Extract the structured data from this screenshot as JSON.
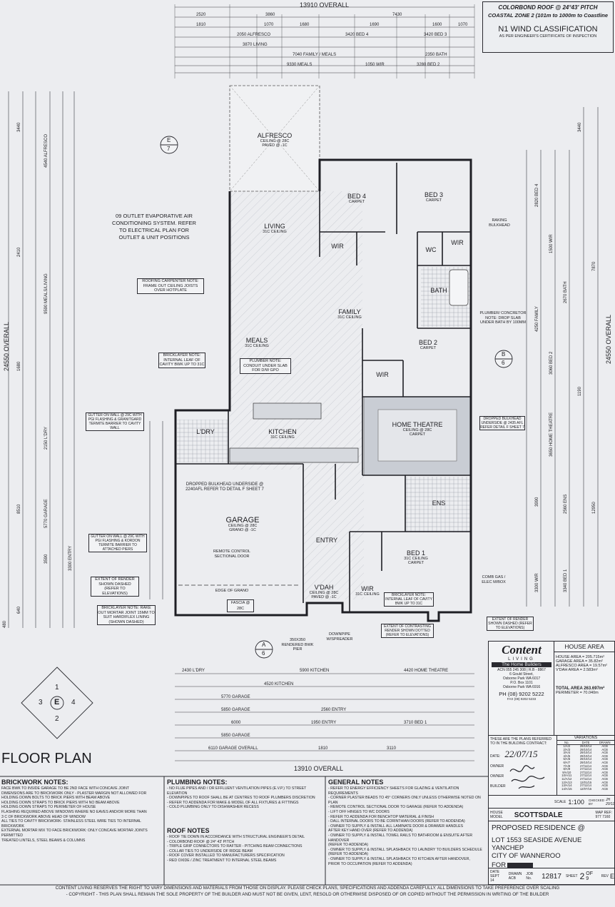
{
  "header_notes": {
    "roof": "COLORBOND ROOF @ 24°43' PITCH",
    "coastal": "COASTAL ZONE 2 (101m to 1000m to Coastline",
    "wind": "N1 WIND CLASSIFICATION",
    "wind_sub": "AS PER ENGINEER'S CERTIFICATE OF INSPECTION"
  },
  "overall": {
    "top": "13910 OVERALL",
    "bottom": "13910 OVERALL",
    "left": "24550 OVERALL",
    "right": "24550 OVERALL"
  },
  "rooms": [
    {
      "name": "ALFRESCO",
      "sub1": "CEILING @ 28c",
      "sub2": "PAVED @ -1c"
    },
    {
      "name": "LIVING",
      "sub1": "31c CEILING",
      "sub2": ""
    },
    {
      "name": "BED 4",
      "sub1": "CARPET",
      "sub2": ""
    },
    {
      "name": "BED 3",
      "sub1": "CARPET",
      "sub2": ""
    },
    {
      "name": "WIR",
      "sub1": "",
      "sub2": ""
    },
    {
      "name": "WIR",
      "sub1": "",
      "sub2": ""
    },
    {
      "name": "WC",
      "sub1": "",
      "sub2": ""
    },
    {
      "name": "BATH",
      "sub1": "",
      "sub2": ""
    },
    {
      "name": "FAMILY",
      "sub1": "31c CEILING",
      "sub2": ""
    },
    {
      "name": "MEALS",
      "sub1": "31c CEILING",
      "sub2": ""
    },
    {
      "name": "BED 2",
      "sub1": "CARPET",
      "sub2": ""
    },
    {
      "name": "WIR",
      "sub1": "",
      "sub2": ""
    },
    {
      "name": "KITCHEN",
      "sub1": "31c CEILING",
      "sub2": ""
    },
    {
      "name": "L'DRY",
      "sub1": "",
      "sub2": ""
    },
    {
      "name": "HOME THEATRE",
      "sub1": "CEILING @ 28c",
      "sub2": "CARPET"
    },
    {
      "name": "GARAGE",
      "sub1": "CEILING @ 28c",
      "sub2": "GRANO @ -1c"
    },
    {
      "name": "ENTRY",
      "sub1": "",
      "sub2": ""
    },
    {
      "name": "ENS",
      "sub1": "",
      "sub2": ""
    },
    {
      "name": "BED 1",
      "sub1": "31c CEILING",
      "sub2": "CARPET"
    },
    {
      "name": "WIR",
      "sub1": "31c CEILING",
      "sub2": ""
    },
    {
      "name": "V'DAH",
      "sub1": "CEILING @ 28c",
      "sub2": "PAVED @ -1c"
    }
  ],
  "plan_notes": [
    "09 OUTLET EVAPORATIVE AIR CONDITIONING SYSTEM. REFER TO ELECTRICAL PLAN FOR OUTLET & UNIT POSITIONS",
    "ROOFING CARPENTER NOTE: FRAME OUT CEILING JOISTS OVER HOTPLATE",
    "BRICKLAYER NOTE: INTERNAL LEAF OF CAVITY BWK UP TO 31c",
    "PLUMBER NOTE: CONDUIT UNDER SLAB FOR D/W GPO",
    "GUTTER ON WALL @ 29c WITH PGI FLASHING & GRANITGARD TERMITE BARRIER TO CAVITY WALL",
    "DROPPED BULKHEAD UNDERSIDE @ 2240AFL REFER TO DETAIL F SHEET 7",
    "GUTTER ON WALL @ 29c WITH PGI FLASHING & KORDON TERMITE BARRIER TO ATTACHED PIERS",
    "EXTENT OF RENDER SHOWN DASHED (REFER TO ELEVATIONS)",
    "BRICKLAYER NOTE: RAKE OUT MORTAR JOINT 15mm TO SUIT HARDIFLEX LINING (SHOWN DASHED)",
    "RAKING BULKHEAD",
    "PLUMBER/ CONCRETOR NOTE: DROP SLAB UNDER BATH BY 100mm",
    "DROPPED BULKHEAD UNDERSIDE @ 2435 AFL REFER DETAIL F SHEET 7",
    "COMB GAS / ELEC M/BOX",
    "EXTENT OF RENDER SHOWN DASHED (REFER TO ELEVATIONS)",
    "BRICKLAYER NOTE: INTERNAL LEAF OF CAVITY BWK UP TO 31c",
    "EXTENT OF CONTRASTING RENDER SHOWN DOTTED (REFER TO ELEVATIONS)",
    "REMOTE CONTROL SECTIONAL DOOR",
    "EDGE OF GRANO",
    "FASCIA @ 28c",
    "DOWNPIPE W/SPREADER",
    "350x350 RENDERED BWK PIER"
  ],
  "compass": {
    "n": "1",
    "s": "2",
    "w": "3",
    "e": "4",
    "c": "E"
  },
  "section_markers": [
    {
      "letter": "E",
      "num": "7"
    },
    {
      "letter": "B",
      "num": "6"
    },
    {
      "letter": "A",
      "num": "6"
    }
  ],
  "top_dims": [
    "2520",
    "3860",
    "7430",
    "1810",
    "1070",
    "1680",
    "1690",
    "1600",
    "1070",
    "2050 ALFRESCO",
    "3420 BED 4",
    "3420 BED 3",
    "3870 LIVING",
    "7040 FAMILY / MEALS",
    "2350 BATH",
    "9330 MEALS",
    "1050 WIR",
    "3280 BED 2"
  ],
  "bottom_dims": [
    "2430 L'DRY",
    "5900 KITCHEN",
    "4420 HOME THEATRE",
    "4520 KITCHEN",
    "5770 GARAGE",
    "5850 GARAGE",
    "2560 ENTRY",
    "6000",
    "1950 ENTRY",
    "3710 BED 1",
    "5850 GARAGE",
    "6110 GARAGE OVERALL",
    "1810",
    "3110"
  ],
  "left_dims": [
    "3440",
    "4540 ALFRESCO",
    "2410",
    "9590 MEALS/LIVING",
    "1680",
    "2150 L'DRY",
    "8510",
    "5770 GARAGE",
    "3590",
    "3300 ENTRY",
    "640",
    "480"
  ],
  "right_dims": [
    "3440",
    "2820 BED 4",
    "1500 WIR",
    "2670 BATH",
    "4250 FAMILY",
    "3060 BED 2",
    "1190",
    "3650 HOME THEATRE",
    "3990",
    "2560 ENS",
    "3300 WIR",
    "3340 BED 1",
    "12950",
    "7870"
  ],
  "floor_plan_label": "FLOOR PLAN",
  "brickwork": {
    "title": "BRICKWORK NOTES:",
    "items": [
      "FACE BWK TO INSIDE GARAGE TO BE 2nd FACE WITH CONCAVE JOINT",
      "DIMENSIONS ARE TO BRICKWORK ONLY - PLASTER MARGIN NOT ALLOWED FOR",
      "HOLDING DOWN BOLTS TO BRICK PIERS WITH BEAM ABOVE",
      "HOLDING DOWN STRAPS TO BRICK PIERS WITH NO BEAM ABOVE",
      "HOLDING DOWN STRAPS TO PERIMETER OF HOUSE",
      "FLASHING REQUIRED ABOVE WINDOWS WHERE NO EAVES AND/OR MORE THAN",
      "3 C OF BRICKWORK ABOVE HEAD OF WINDOW",
      "ALL TIES TO CAVITY BRICKWORK- STAINLESS STEEL WIRE TIES TO INTERNAL BRICKWORK",
      "EXTERNAL MORTAR MIX TO FACE BRICKWORK: ONLY CONCAVE MORTAR JOINTS PERMITTED",
      "TREATED LINTELS, STEEL BEAMS & COLUMNS"
    ]
  },
  "plumbing": {
    "title": "PLUMBING NOTES:",
    "items": [
      "- NO FLUE PIPES AND / OR EFFLUENT VENTILATION PIPES (E.V.P.) TO STREET ELEVATION",
      "- DOWNPIPES TO ROOF SHALL BE AT CENTRES TO ROOF PLUMBERS DISCRETION",
      "- REFER TO ADDENDA FOR MAKE & MODEL OF ALL FIXTURES & FITTINGS",
      "- COLD PLUMBING ONLY TO DISHWASHER RECESS"
    ]
  },
  "roof": {
    "title": "ROOF NOTES",
    "items": [
      "- ROOF TIE DOWN IN ACCORDANCE WITH STRUCTURAL ENGINEER'S DETAIL",
      "- COLORBOND ROOF @ 24° 43' PITCH",
      "- TRIPLE GRIP CONNECTORS TO RAFTER - PITCHING BEAM CONNECTIONS",
      "- COLLAR TIES TO UNDERSIDE OF RIDGE BEAM",
      "- ROOF COVER INSTALLED TO MANUFACTURERS SPECIFICATION",
      "- RED OXIDE / ZINC TREATMENT TO INTERNAL STEEL BEAMS"
    ]
  },
  "general": {
    "title": "GENERAL NOTES",
    "items": [
      "- REFER TO ENERGY EFFICIENCY SHEETS FOR GLAZING & VENTILATION REQUIREMENTS",
      "- CORNER PLASTER BEADS TO 45° CORNERS ONLY UNLESS OTHERWISE NOTED ON PLAN",
      "- REMOTE CONTROL SECTIONAL DOOR TO GARAGE (REFER TO ADDENDA)",
      "- LIFT OFF HINGES TO WC DOORS",
      "- REFER TO ADDENDA FOR BENCHTOP MATERIAL & FINISH",
      "- DALL INTERNAL DOORS TO BE CORINTHIAN DOORS (REFER TO ADDENDA)",
      "- OWNER TO SUPPLY & INSTALL ALL LAMINATE DOOR & DRAWER HANDLES",
      "AFTER KEY HAND OVER (REFER TO ADDENDA)",
      "- OWNER TO SUPPLY & INSTALL TOWEL RAILS TO BATHROOM & ENSUITE AFTER HANDOVER",
      "(REFER TO ADDENDA)",
      "- OWNER TO SUPPLY & INSTALL SPLASHBACK TO LAUNDRY TO BUILDERS SCHEDULE",
      "(REFER TO ADDENDA)",
      "- OWNER TO SUPPLY & INSTALL SPLASHBACK TO KITCHEN AFTER HANDOVER,",
      "PRIOR TO OCCUPATION (REFER TO ADDENDA)"
    ]
  },
  "company": {
    "name": "Content",
    "tag": "LIVING",
    "sub": "The Home Builders",
    "acn": "ACN 055 245 308 | R.B - 8867",
    "addr1": "6 Gould Street,",
    "addr2": "Osborne Park WA 6017",
    "addr3": "P.O. Box 1101",
    "addr4": "Osborne Park WA 6916",
    "phone": "PH (08) 9202 5222",
    "fax": "FAX (08) 9202 5233"
  },
  "house_area": {
    "title": "HOUSE AREA",
    "rows": [
      "HOUSE AREA = 205.715m²",
      "GARAGE AREA = 35.82m²",
      "ALFRESCO AREA = 19.57m²",
      "V'DAH AREA = 2.583m²"
    ],
    "total": "TOTAL AREA 263.697m²",
    "perimeter": "PERIMETER = 70.040m"
  },
  "contract": {
    "text": "THESE ARE THE PLANS REFERRED TO IN THE BUILDING CONTRACT:",
    "date_label": "DATE:",
    "date": "22/07/15",
    "owner_label": "OWNER",
    "owner2_label": "OWNER",
    "builder_label": "BUILDER"
  },
  "variations": {
    "title": "VARIATIONS",
    "headers": [
      "No.",
      "DATE",
      "DRAWN"
    ],
    "rows": [
      [
        "1/A/2",
        "29/10/14",
        "ACB"
      ],
      [
        "2/A/3",
        "29/10/14",
        "ACB"
      ],
      [
        "3/A/4",
        "29/10/14",
        "ACB"
      ],
      [
        "4/A/5",
        "29/10/14",
        "ACB"
      ],
      [
        "5/A/6",
        "29/10/14",
        "ACB"
      ],
      [
        "6/A/7",
        "29/10/14",
        "ACB"
      ],
      [
        "7/A/8",
        "27/11/14",
        "ACB"
      ],
      [
        "8/A/9",
        "27/11/14",
        "ACB"
      ],
      [
        "9/A/10",
        "27/11/14",
        "ACB"
      ],
      [
        "10/A/11",
        "27/11/14",
        "ACB"
      ],
      [
        "11/A/12",
        "27/11/14",
        "ACB"
      ],
      [
        "12/A/13",
        "12/01/15",
        "ACB"
      ],
      [
        "13/A/14",
        "27/11/14",
        "ACB"
      ],
      [
        "14/A/15",
        "12/07/15",
        "ACB"
      ]
    ]
  },
  "scale": {
    "label": "SCALE",
    "value": "1:100",
    "checked": "CHECKED BY",
    "checked_val": "JH 20/11/15"
  },
  "model": {
    "house_label": "HOUSE",
    "model_label": "MODEL",
    "name": "SCOTTSDALE",
    "mapref_label": "MAP REF:",
    "mapref": "977 7160"
  },
  "residence": {
    "title": "PROPOSED RESIDENCE @",
    "lot": "LOT 1553 SEASIDE AVENUE",
    "suburb": "YANCHEP",
    "city": "CITY OF WANNEROO",
    "for": "FOR"
  },
  "sheet": {
    "date_label": "DATE",
    "date": "SEPT 14",
    "drawn_label": "DRAWN",
    "drawn": "ACB",
    "job_label": "JOB No.",
    "job": "12817",
    "sheet_label": "SHEET",
    "sheet": "2",
    "of": "OF 9",
    "rev_label": "REV",
    "rev": "E"
  },
  "footer": {
    "line1": "CONTENT LIVING RESERVES THE RIGHT TO VARY DIMENSIONS AND MATERIALS FROM THOSE ON DISPLAY. PLEASE CHECK PLANS, SPECIFICATIONS AND ADDENDA CAREFULLY. ALL DIMENSIONS TO TAKE PREFERENCE OVER SCALING",
    "line2": "- COPYRIGHT - THIS PLAN SHALL REMAIN THE SOLE PROPERTY OF THE BUILDER AND MUST NOT BE GIVEN, LENT, RESOLD OR OTHERWISE DISPOSED OF OR COPIED WITHOUT THE PERMISSION IN WRITING OF THE BUILDER"
  }
}
